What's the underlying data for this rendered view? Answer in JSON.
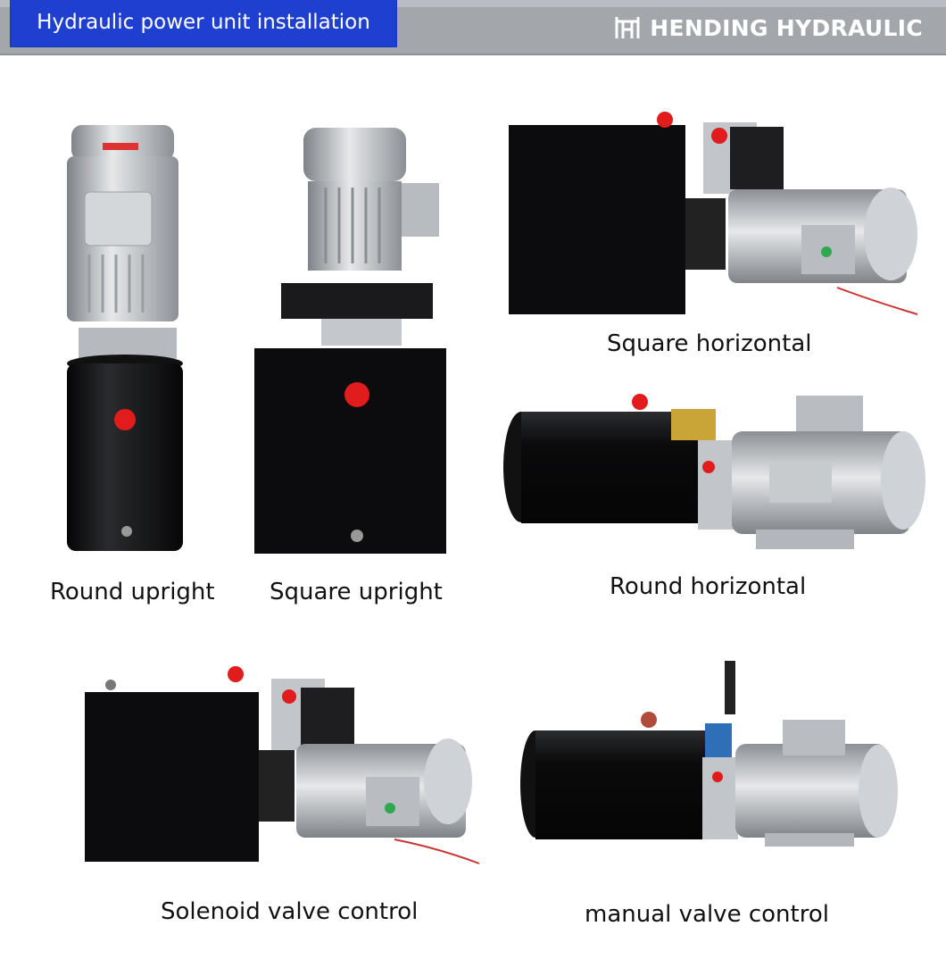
{
  "header": {
    "title": "Hydraulic power unit installation",
    "brand": "HENDING HYDRAULIC",
    "logo_icon": "hending-logo-icon"
  },
  "products": [
    {
      "caption": "Round upright"
    },
    {
      "caption": "Square upright"
    },
    {
      "caption": "Square horizontal"
    },
    {
      "caption": "Round horizontal"
    },
    {
      "caption": "Solenoid valve control"
    },
    {
      "caption": "manual valve control"
    }
  ],
  "colors": {
    "header_bar": "#a3a6ab",
    "title_bg": "#1f3fd0",
    "tank": "#0e0e10",
    "motor": "#c7cbd0",
    "cap": "#e01c1c"
  }
}
